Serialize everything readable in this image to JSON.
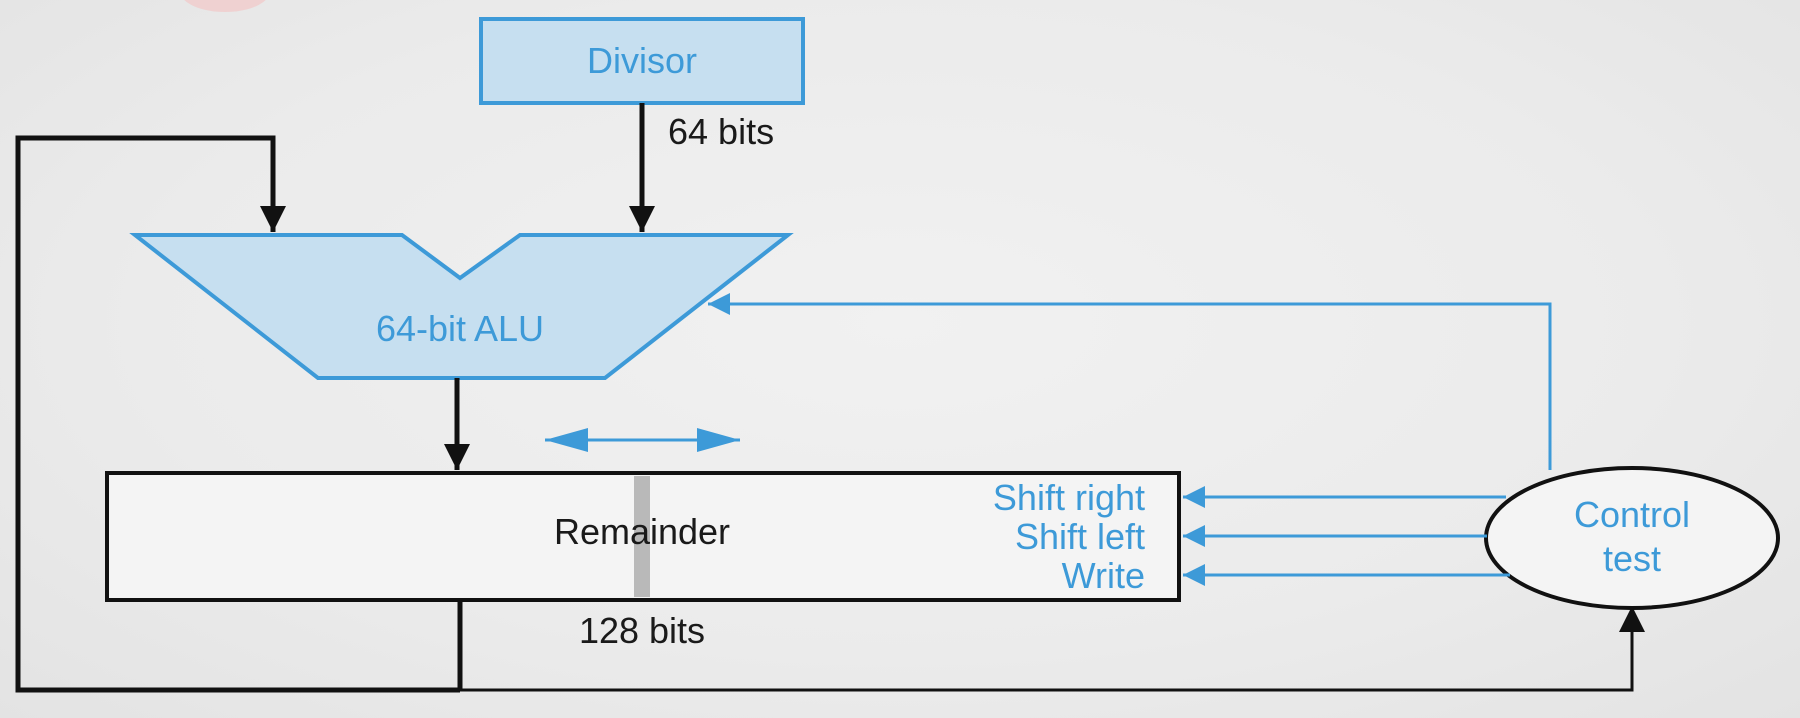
{
  "diagram": {
    "divisor": {
      "label": "Divisor",
      "width_label": "64 bits"
    },
    "alu": {
      "label": "64-bit ALU"
    },
    "remainder": {
      "label": "Remainder",
      "width_label": "128 bits"
    },
    "control": {
      "line1": "Control",
      "line2": "test"
    },
    "control_signals": {
      "shift_right": "Shift right",
      "shift_left": "Shift left",
      "write": "Write"
    }
  },
  "colors": {
    "blue_line": "#3d9ad8",
    "blue_fill": "#c6dff0",
    "black_line": "#111111"
  }
}
